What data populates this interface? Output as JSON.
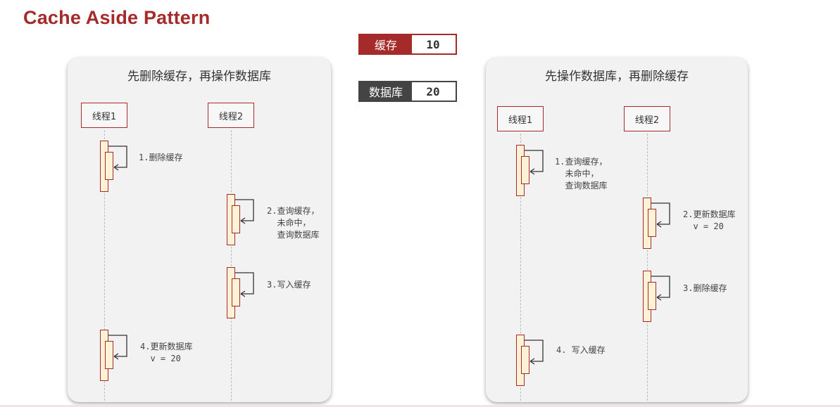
{
  "title": "Cache Aside Pattern",
  "state": {
    "cache_label": "缓存",
    "cache_value": "10",
    "db_label": "数据库",
    "db_value": "20"
  },
  "left_panel": {
    "title": "先删除缓存，再操作数据库",
    "thread1": "线程1",
    "thread2": "线程2",
    "steps": [
      "1.删除缓存",
      "2.查询缓存，\n  未命中，\n  查询数据库",
      "3.写入缓存",
      "4.更新数据库\n  v = 20"
    ]
  },
  "right_panel": {
    "title": "先操作数据库，再删除缓存",
    "thread1": "线程1",
    "thread2": "线程2",
    "steps": [
      "1.查询缓存，\n  未命中，\n  查询数据库",
      "2.更新数据库\n  v = 20",
      "3.删除缓存",
      "4. 写入缓存"
    ]
  },
  "colors": {
    "accent": "#a52a2a",
    "dark": "#444444",
    "activation_fill": "#fdf1d6",
    "panel_bg": "#f2f2f2"
  }
}
